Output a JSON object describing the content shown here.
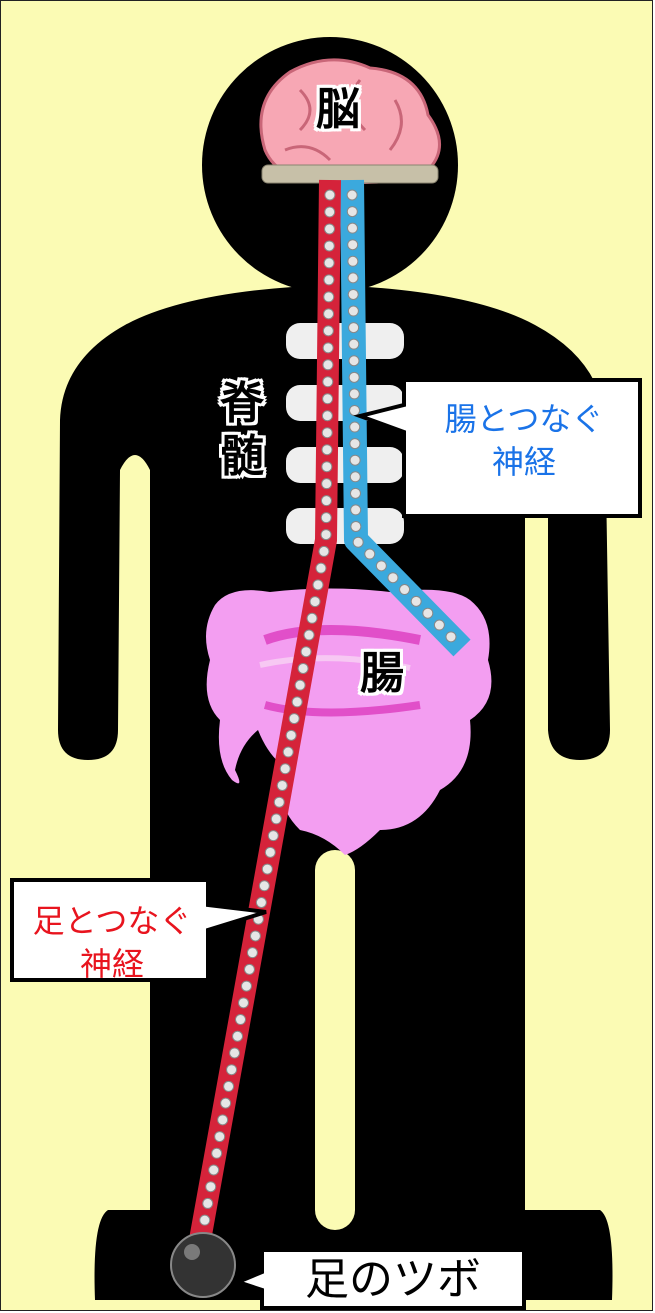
{
  "labels": {
    "brain": "脳",
    "spinal_cord": [
      "脊",
      "髄"
    ],
    "intestine": "腸"
  },
  "callouts": {
    "gut_nerve": [
      "腸とつなぐ",
      "神経"
    ],
    "foot_nerve": [
      "足とつなぐ",
      "神経"
    ],
    "acupoint": "足のツボ"
  },
  "colors": {
    "background": "#fbfbb4",
    "body_silhouette": "#000000",
    "brain": "#f7a6b4",
    "intestine": "#f29af0",
    "vertebrae": "#eeeeee",
    "gut_nerve": "#3ba9dd",
    "foot_nerve": "#d5233a",
    "gut_callout_text": "#1a73e8",
    "foot_callout_text": "#e8141e"
  },
  "led_strips": {
    "gut_nerve_led_count": 30,
    "foot_nerve_led_count": 62
  }
}
